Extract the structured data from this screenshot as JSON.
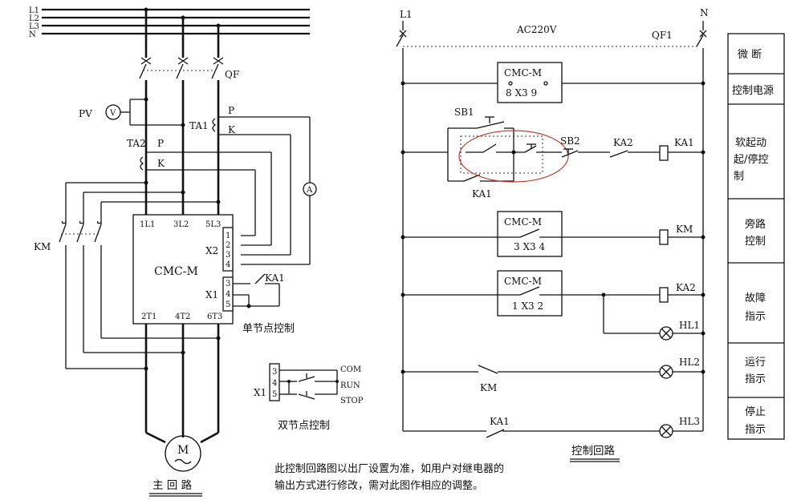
{
  "buses": [
    "L1",
    "L2",
    "L3",
    "N"
  ],
  "main": {
    "qf": "QF",
    "pv": "PV",
    "v_symbol": "V",
    "ta1": "TA1",
    "ta2": "TA2",
    "p": "P",
    "k": "K",
    "km": "KM",
    "a_symbol": "A",
    "cmc_title": "CMC-M",
    "t_1l1": "1L1",
    "t_3l2": "3L2",
    "t_5l3": "5L3",
    "t_2t1": "2T1",
    "t_4t2": "4T2",
    "t_6t3": "6T3",
    "x2": "X2",
    "x1": "X1",
    "x2_pins": [
      "1",
      "2",
      "3",
      "4"
    ],
    "x1_pins": [
      "3",
      "4",
      "5"
    ],
    "ka1": "KA1",
    "single_caption": "单节点控制",
    "motor": "M",
    "main_caption": "主 回 路"
  },
  "double": {
    "x1": "X1",
    "pins": [
      "3",
      "4",
      "5"
    ],
    "com": "COM",
    "run": "RUN",
    "stop": "STOP",
    "caption": "双节点控制"
  },
  "control": {
    "l1": "L1",
    "n": "N",
    "ac": "AC220V",
    "qf1": "QF1",
    "cmc1": "CMC-M",
    "cmc1_pins": "8 X3 9",
    "sb1": "SB1",
    "sb2": "SB2",
    "ka2_contact": "KA2",
    "ka1_coil": "KA1",
    "ka1_contact": "KA1",
    "cmc2": "CMC-M",
    "cmc2_pins": "3 X3 4",
    "km_coil": "KM",
    "cmc3": "CMC-M",
    "cmc3_pins": "1 X3 2",
    "ka2_coil": "KA2",
    "hl1": "HL1",
    "hl2": "HL2",
    "km_contact": "KM",
    "ka1_bottom": "KA1",
    "hl3": "HL3",
    "caption": "控制回路"
  },
  "note": {
    "line1": "此控制回路图以出厂设置为准，如用户对继电器的",
    "line2": "输出方式进行修改，需对此图作相应的调整。"
  },
  "side_table": [
    [
      "微 断"
    ],
    [
      "控制电源"
    ],
    [
      "软起动",
      "起/停控",
      "制"
    ],
    [
      "旁路",
      "控制"
    ],
    [
      "故障",
      "指示"
    ],
    [
      "运行",
      "指示"
    ],
    [
      "停止",
      "指示"
    ]
  ]
}
